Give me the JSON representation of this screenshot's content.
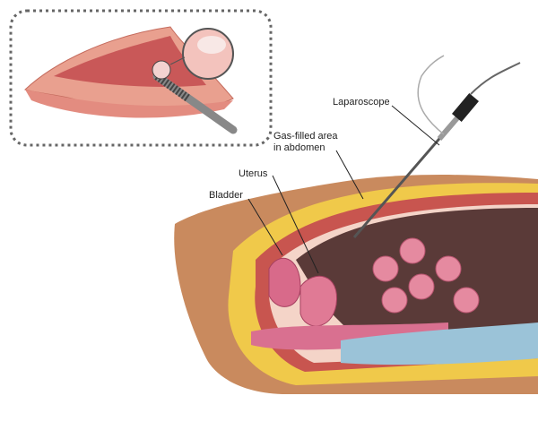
{
  "labels": {
    "laparoscope": "Laparoscope",
    "gas_filled_line1": "Gas-filled area",
    "gas_filled_line2": "in abdomen",
    "uterus": "Uterus",
    "bladder": "Bladder"
  },
  "colors": {
    "skin": "#c98a5e",
    "fat": "#f0c94a",
    "muscle": "#c8554f",
    "organ": "#e07a95",
    "cavity": "#5a3a38",
    "intestine": "#e58aa0",
    "inset_border": "#666666"
  }
}
